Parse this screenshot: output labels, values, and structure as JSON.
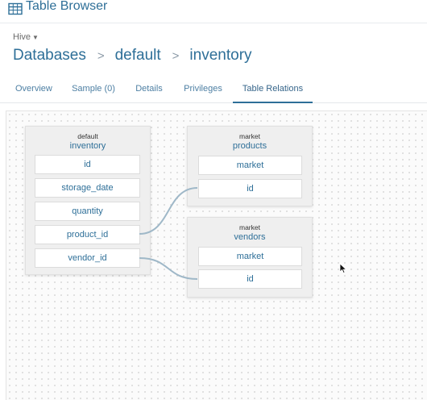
{
  "header": {
    "title": "Table Browser",
    "icon": "table-grid-icon"
  },
  "source": {
    "label": "Hive"
  },
  "breadcrumb": [
    "Databases",
    "default",
    "inventory"
  ],
  "breadcrumb_sep": ">",
  "tabs": [
    {
      "label": "Overview"
    },
    {
      "label": "Sample (0)"
    },
    {
      "label": "Details"
    },
    {
      "label": "Privileges"
    },
    {
      "label": "Table Relations",
      "active": true
    }
  ],
  "tables": [
    {
      "db": "default",
      "name": "inventory",
      "columns": [
        "id",
        "storage_date",
        "quantity",
        "product_id",
        "vendor_id"
      ]
    },
    {
      "db": "market",
      "name": "products",
      "columns": [
        "market",
        "id"
      ]
    },
    {
      "db": "market",
      "name": "vendors",
      "columns": [
        "market",
        "id"
      ]
    }
  ],
  "colors": {
    "accent": "#2e6f98",
    "link": "#9fb8c8"
  }
}
